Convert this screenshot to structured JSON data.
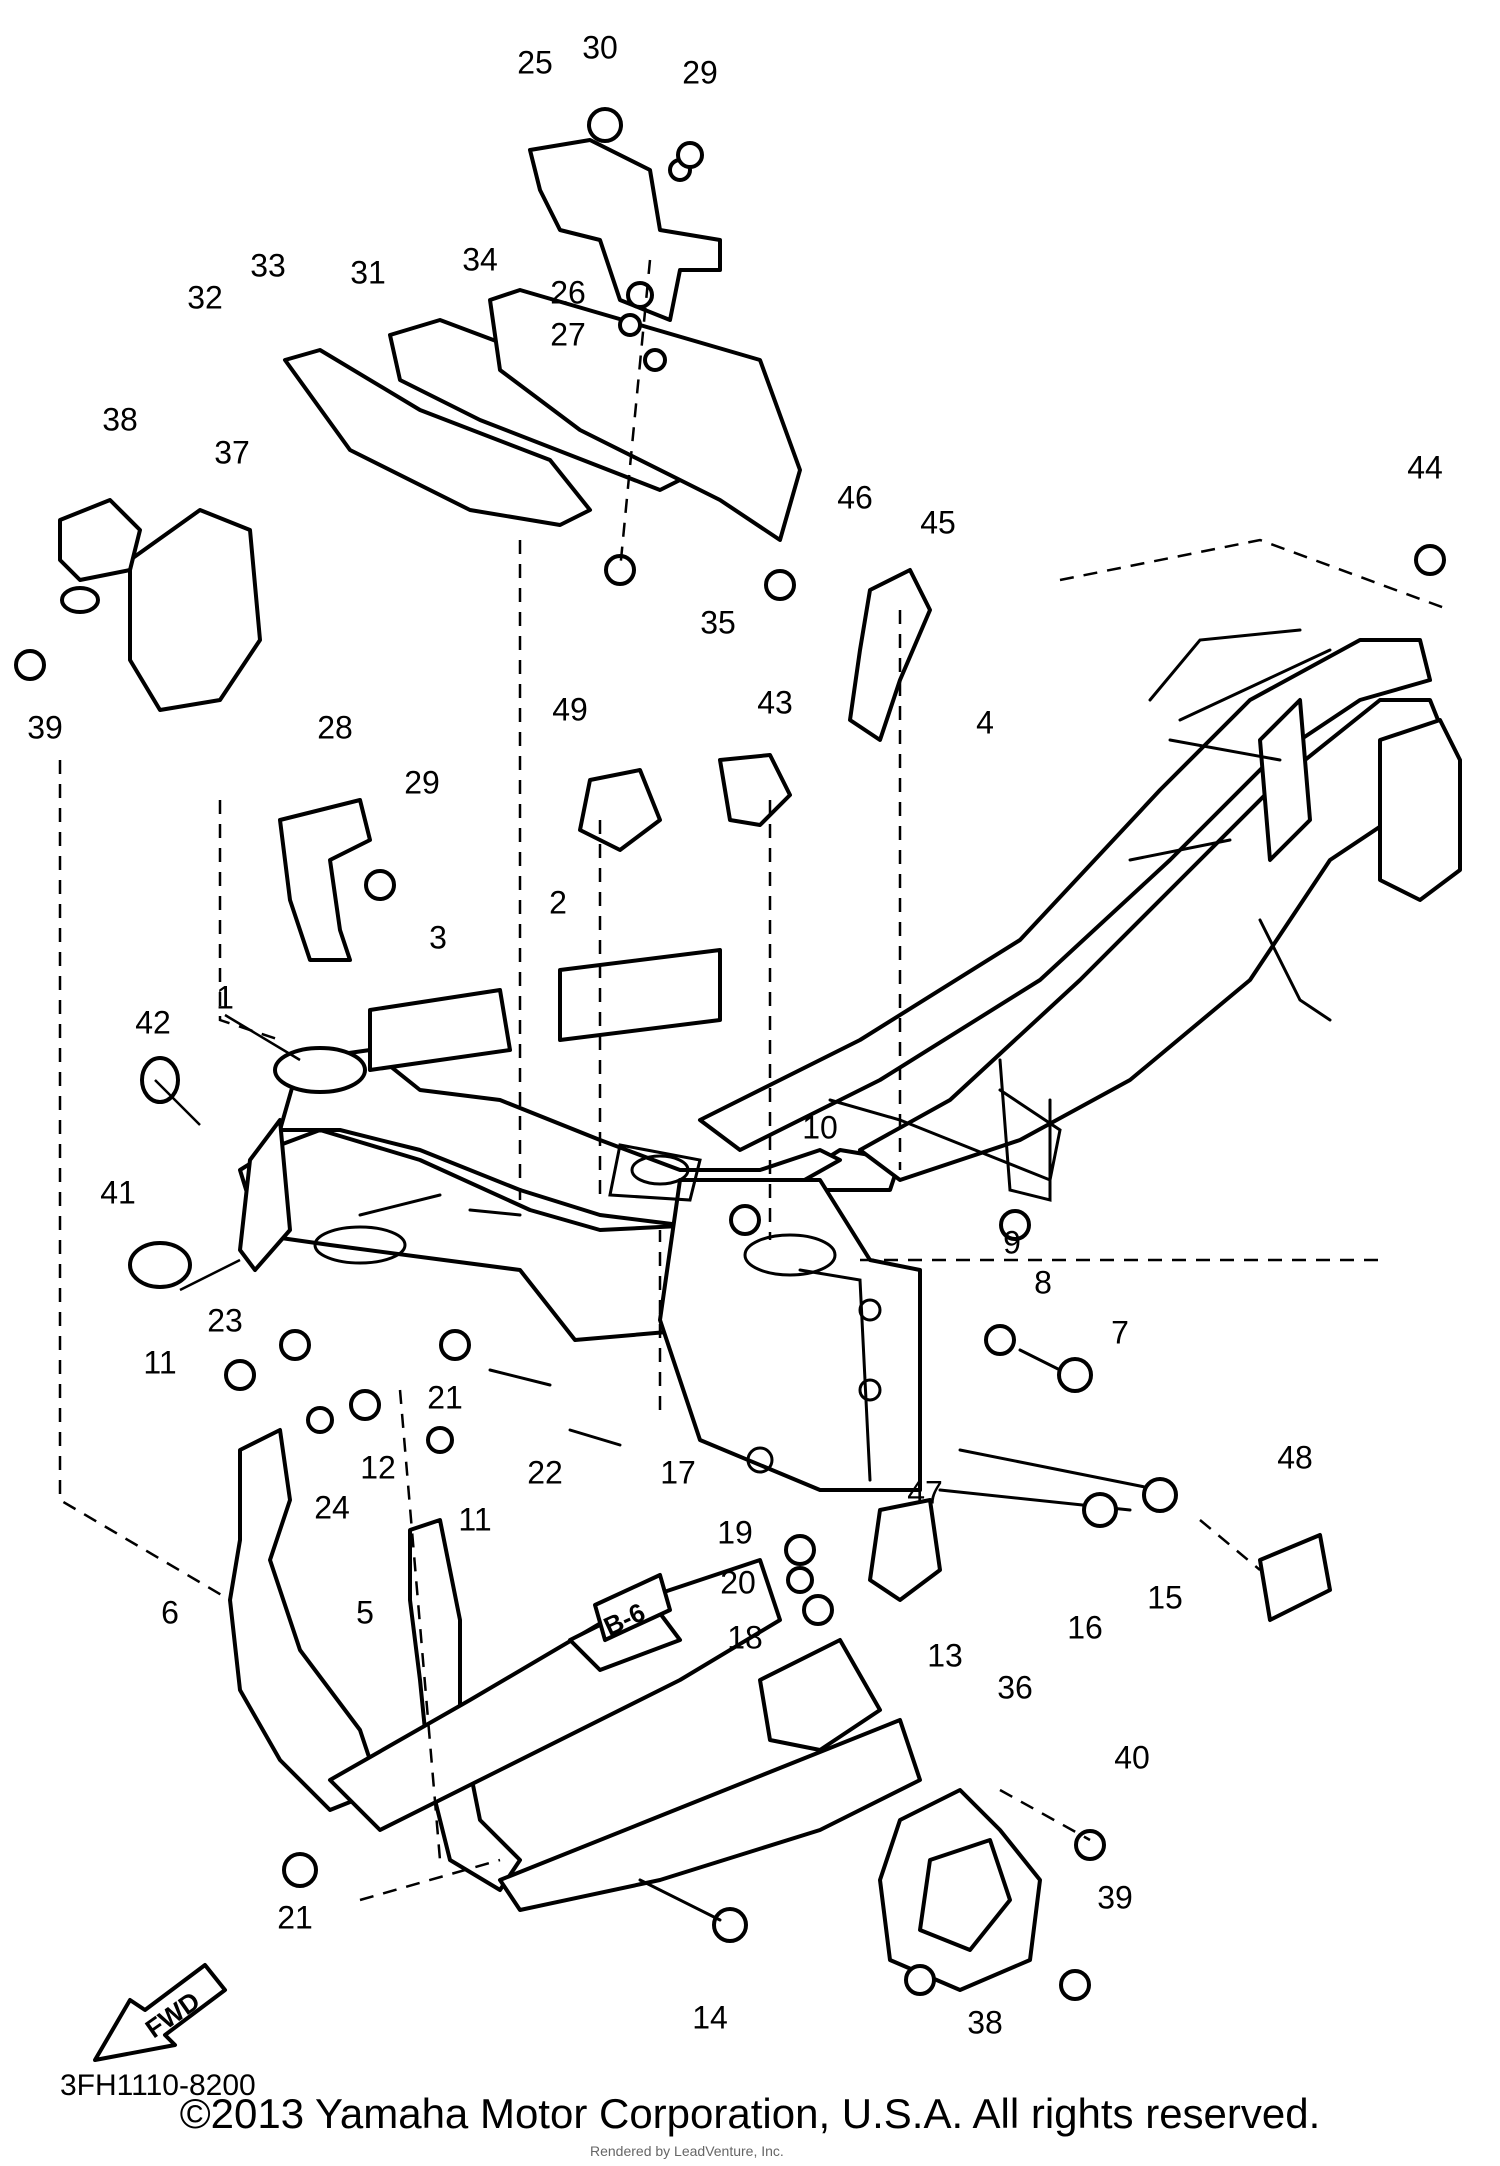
{
  "diagram": {
    "callouts": [
      {
        "id": "c1",
        "label": "1"
      },
      {
        "id": "c2",
        "label": "2"
      },
      {
        "id": "c3",
        "label": "3"
      },
      {
        "id": "c4",
        "label": "4"
      },
      {
        "id": "c5",
        "label": "5"
      },
      {
        "id": "c6",
        "label": "6"
      },
      {
        "id": "c7",
        "label": "7"
      },
      {
        "id": "c8",
        "label": "8"
      },
      {
        "id": "c9",
        "label": "9"
      },
      {
        "id": "c10",
        "label": "10"
      },
      {
        "id": "c11a",
        "label": "11"
      },
      {
        "id": "c11b",
        "label": "11"
      },
      {
        "id": "c12",
        "label": "12"
      },
      {
        "id": "c13",
        "label": "13"
      },
      {
        "id": "c14",
        "label": "14"
      },
      {
        "id": "c15",
        "label": "15"
      },
      {
        "id": "c16",
        "label": "16"
      },
      {
        "id": "c17",
        "label": "17"
      },
      {
        "id": "c18",
        "label": "18"
      },
      {
        "id": "c19",
        "label": "19"
      },
      {
        "id": "c20",
        "label": "20"
      },
      {
        "id": "c21a",
        "label": "21"
      },
      {
        "id": "c21b",
        "label": "21"
      },
      {
        "id": "c22",
        "label": "22"
      },
      {
        "id": "c23",
        "label": "23"
      },
      {
        "id": "c24",
        "label": "24"
      },
      {
        "id": "c25",
        "label": "25"
      },
      {
        "id": "c26",
        "label": "26"
      },
      {
        "id": "c27",
        "label": "27"
      },
      {
        "id": "c28",
        "label": "28"
      },
      {
        "id": "c29a",
        "label": "29"
      },
      {
        "id": "c29b",
        "label": "29"
      },
      {
        "id": "c30",
        "label": "30"
      },
      {
        "id": "c31",
        "label": "31"
      },
      {
        "id": "c32",
        "label": "32"
      },
      {
        "id": "c33",
        "label": "33"
      },
      {
        "id": "c34",
        "label": "34"
      },
      {
        "id": "c35",
        "label": "35"
      },
      {
        "id": "c36",
        "label": "36"
      },
      {
        "id": "c37",
        "label": "37"
      },
      {
        "id": "c38a",
        "label": "38"
      },
      {
        "id": "c38b",
        "label": "38"
      },
      {
        "id": "c39a",
        "label": "39"
      },
      {
        "id": "c39b",
        "label": "39"
      },
      {
        "id": "c40",
        "label": "40"
      },
      {
        "id": "c41",
        "label": "41"
      },
      {
        "id": "c42",
        "label": "42"
      },
      {
        "id": "c43",
        "label": "43"
      },
      {
        "id": "c44",
        "label": "44"
      },
      {
        "id": "c45",
        "label": "45"
      },
      {
        "id": "c46",
        "label": "46"
      },
      {
        "id": "c47",
        "label": "47"
      },
      {
        "id": "c48",
        "label": "48"
      },
      {
        "id": "c49",
        "label": "49"
      }
    ],
    "part_code": "3FH1110-8200",
    "fwd_label": "FWD",
    "tag_label": "B-6"
  },
  "footer": {
    "copyright": "©2013 Yamaha Motor Corporation, U.S.A. All rights reserved.",
    "watermark": "Rendered by LeadVenture, Inc."
  }
}
